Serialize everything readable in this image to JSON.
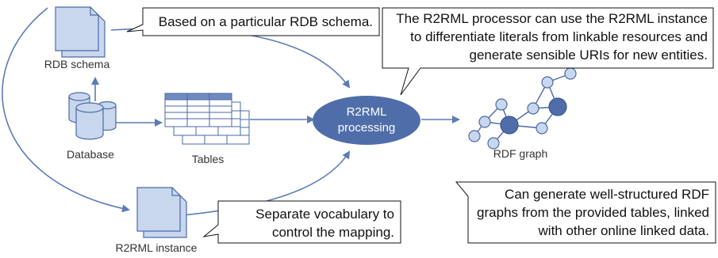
{
  "labels": {
    "rdb_schema": "RDB schema",
    "database": "Database",
    "tables": "Tables",
    "r2rml_instance": "R2RML instance",
    "processing_line1": "R2RML",
    "processing_line2": "processing",
    "rdf_graph": "RDF graph"
  },
  "callouts": {
    "schema": [
      "Based on a particular RDB schema."
    ],
    "processor": [
      "The R2RML processor can use the R2RML instance",
      "to differentiate literals from linkable resources and",
      "generate sensible URIs for new entities."
    ],
    "vocabulary": [
      "Separate vocabulary to",
      "control the mapping."
    ],
    "graph": [
      "Can generate well-structured RDF",
      "graphs from the provided tables, linked",
      "with other online linked data."
    ]
  },
  "colors": {
    "doc_fill": "#c9d7ee",
    "doc_stroke": "#4a6aa5",
    "arrow": "#5b7bb5",
    "process_fill": "#4f6ea9",
    "node_dark": "#4f6ea9",
    "node_light": "#c9d7ee",
    "table_header": "#6f8cc0"
  },
  "icons": [
    "document-icon",
    "database-icon",
    "table-icon",
    "graph-icon"
  ]
}
